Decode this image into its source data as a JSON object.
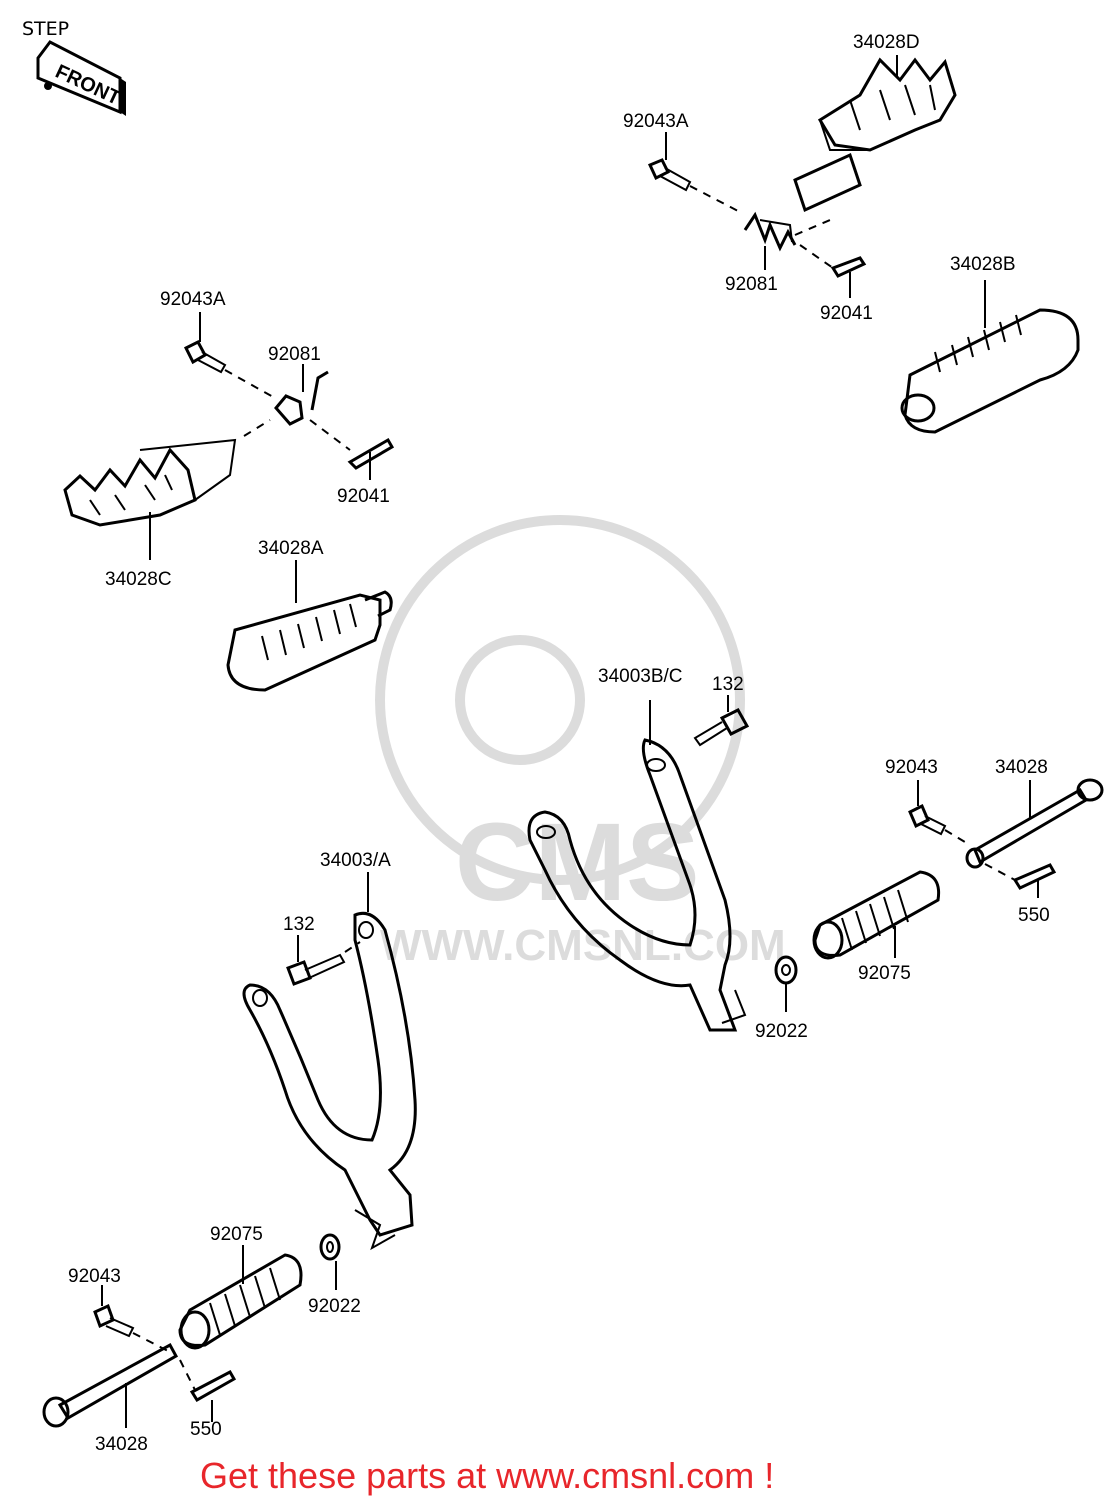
{
  "title": "STEP",
  "front_tag": "FRONT",
  "watermark": {
    "brand": "CMS",
    "url": "WWW.CMSNL.COM"
  },
  "labels": {
    "l_34028d": "34028D",
    "l_92043a_top": "92043A",
    "l_92081_top": "92081",
    "l_92041_top": "92041",
    "l_34028b": "34028B",
    "l_92043a_left": "92043A",
    "l_92081_left": "92081",
    "l_92041_left": "92041",
    "l_34028c": "34028C",
    "l_34028a": "34028A",
    "l_34003bc": "34003B/C",
    "l_132_right": "132",
    "l_92043_right": "92043",
    "l_34028_right": "34028",
    "l_550_right": "550",
    "l_92075_right": "92075",
    "l_92022_right": "92022",
    "l_34003a": "34003/A",
    "l_132_left": "132",
    "l_92075_left": "92075",
    "l_92022_left": "92022",
    "l_92043_left": "92043",
    "l_34028_left": "34028",
    "l_550_left": "550"
  },
  "footer": "Get these parts at www.cmsnl.com !",
  "colors": {
    "footer_text": "#e8262b",
    "line_art": "#000000",
    "watermark": "#dcdcdc"
  }
}
